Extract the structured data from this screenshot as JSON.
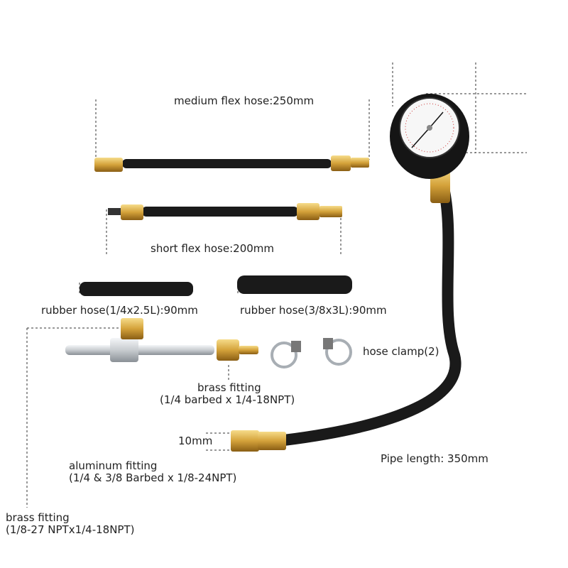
{
  "labels": {
    "medium_hose": "medium flex hose:250mm",
    "short_hose": "short flex hose:200mm",
    "rubber_hose_small": "rubber hose(1/4x2.5L):90mm",
    "rubber_hose_large": "rubber hose(3/8x3L):90mm",
    "hose_clamp": "hose clamp(2)",
    "brass_fitting_barbed_1": "brass fitting",
    "brass_fitting_barbed_2": "(1/4 barbed x 1/4-18NPT)",
    "dim_10mm": "10mm",
    "pipe_length": "Pipe length: 350mm",
    "aluminum_fitting_1": "aluminum fitting",
    "aluminum_fitting_2": "(1/4 & 3/8 Barbed x 1/8-24NPT)",
    "brass_fitting_npt_1": "brass fitting",
    "brass_fitting_npt_2": "(1/8-27 NPTx1/4-18NPT)"
  },
  "colors": {
    "hose": "#1a1a1a",
    "brass": "#d4a23a",
    "aluminum": "#c8ccd0",
    "dash": "#333333"
  }
}
